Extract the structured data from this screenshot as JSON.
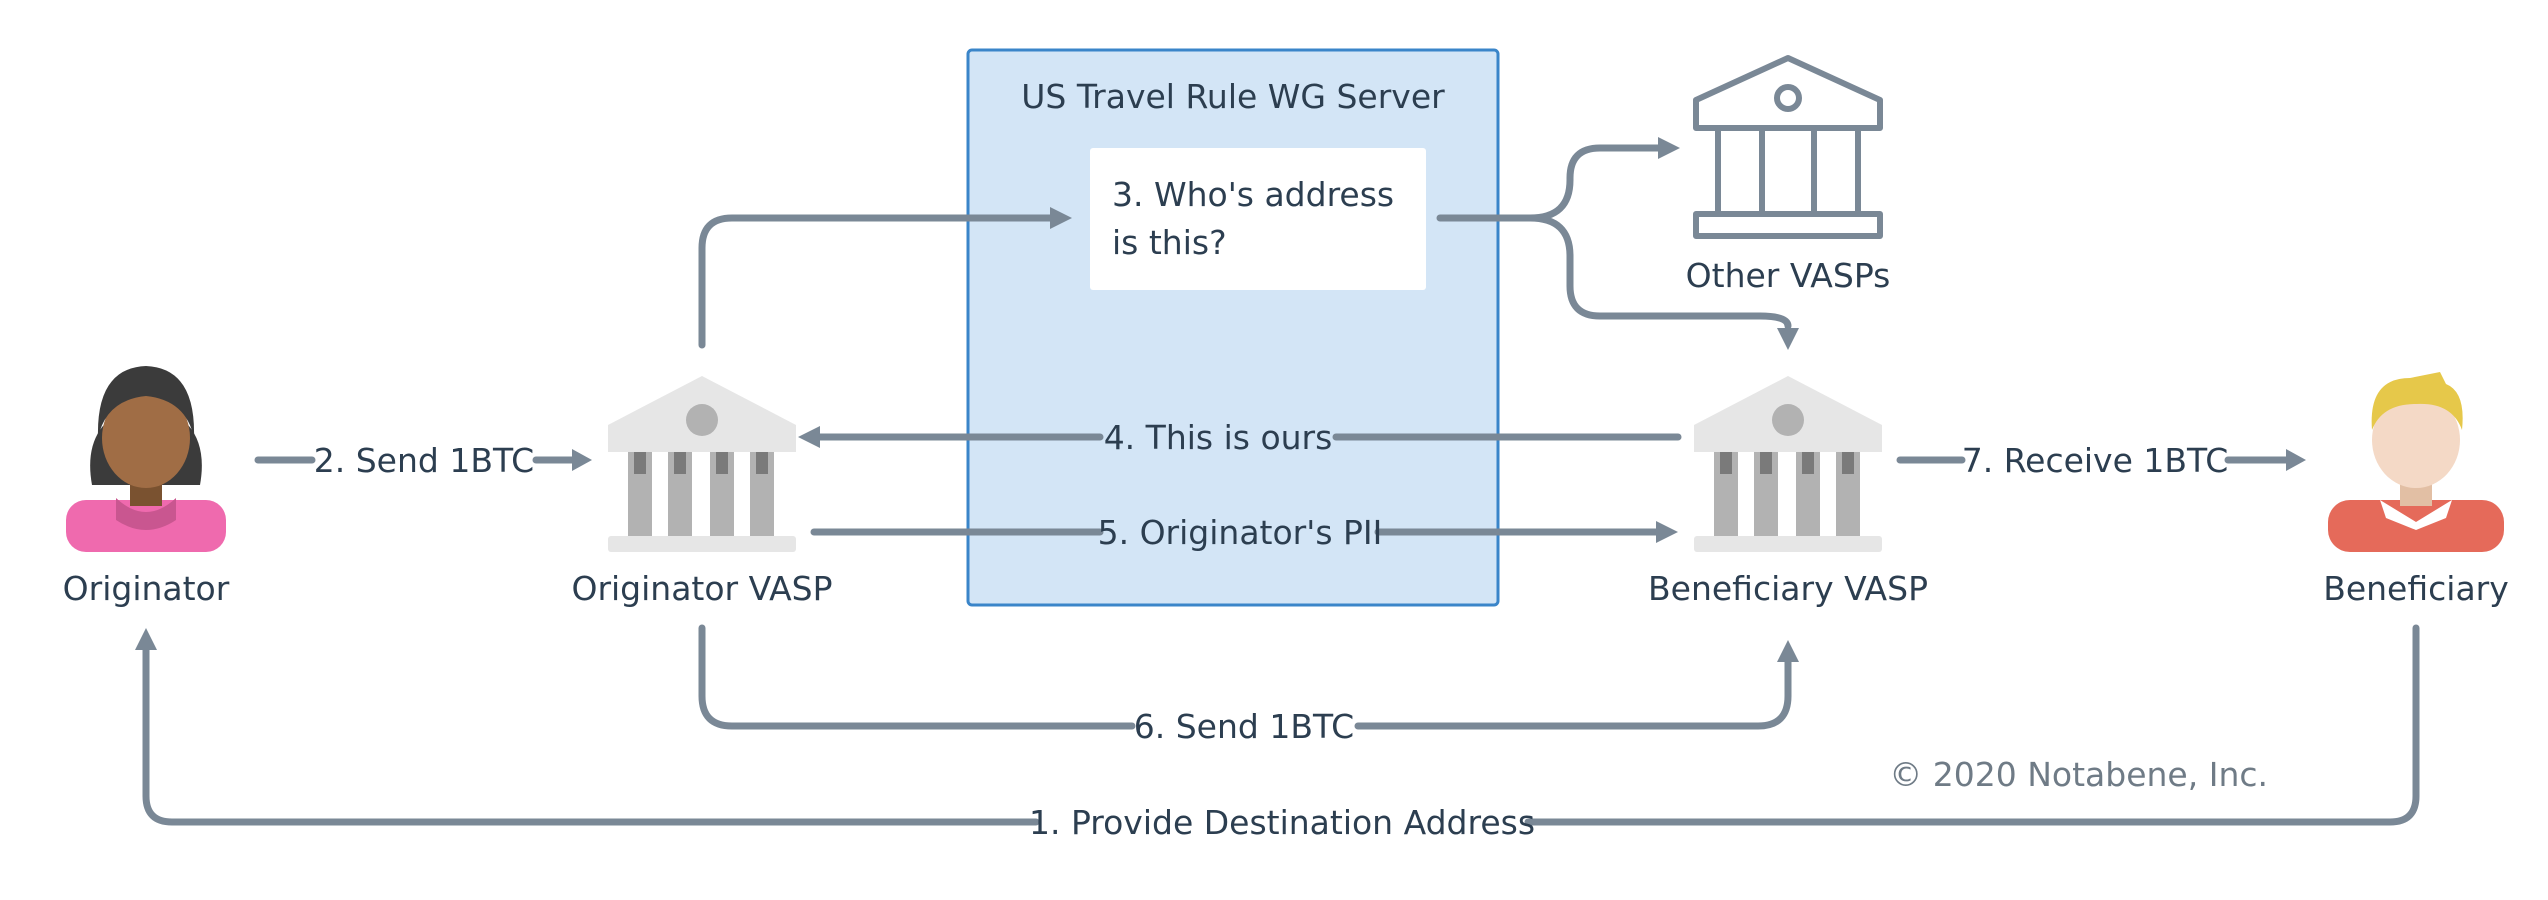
{
  "server": {
    "title": "US Travel Rule WG Server"
  },
  "query_box": {
    "line1": "3. Who's address",
    "line2": "is this?"
  },
  "actors": {
    "originator": "Originator",
    "originator_vasp": "Originator VASP",
    "other_vasps": "Other VASPs",
    "beneficiary_vasp": "Beneficiary VASP",
    "beneficiary": "Beneficiary"
  },
  "steps": {
    "step1": "1. Provide Destination Address",
    "step2": "2. Send 1BTC",
    "step4": "4. This is ours",
    "step5": "5. Originator's PII",
    "step6": "6. Send 1BTC",
    "step7": "7. Receive 1BTC"
  },
  "copyright": "© 2020 Notabene, Inc.",
  "colors": {
    "server_fill": "#d3e5f6",
    "server_border": "#3a85c9",
    "arrow": "#7a8896",
    "text": "#2c3e50",
    "bank_gray": "#b2b2b2",
    "bank_light": "#e6e6e6",
    "originator_shirt": "#ef6aae",
    "beneficiary_shirt": "#e56a5a",
    "beneficiary_hair": "#e6c84a"
  }
}
